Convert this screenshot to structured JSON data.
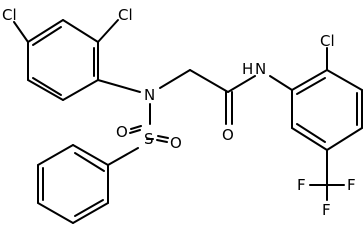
{
  "molecule": {
    "labels": {
      "cl_ring_top": "Cl",
      "cl_ring_left": "Cl",
      "n_sulfonamide": "N",
      "s_sulfonyl": "S",
      "o_sulfonyl_left": "O",
      "o_sulfonyl_right": "O",
      "o_carbonyl": "O",
      "n_amide": "N",
      "h_amide": "H",
      "cl_right_ring": "Cl",
      "f_top": "F",
      "f_left": "F",
      "f_right": "F"
    }
  }
}
